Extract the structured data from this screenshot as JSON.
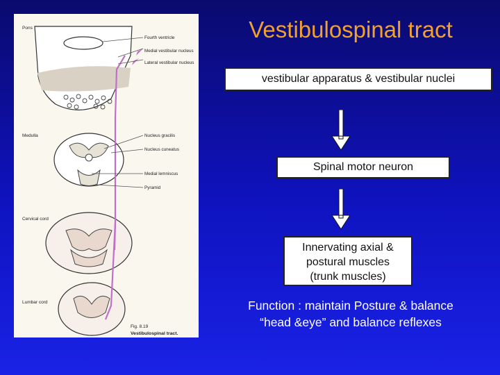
{
  "title": "Vestibulospinal tract",
  "figure": {
    "region_labels": [
      "Pons",
      "Medulla",
      "Cervical cord",
      "Lumbar cord"
    ],
    "structure_labels": [
      "Fourth ventricle",
      "Medial vestibular nucleus",
      "Lateral vestibular nucleus",
      "Nucleus gracilis",
      "Nucleus cuneatus",
      "Medial lemniscus",
      "Pyramid"
    ],
    "caption_line1": "Fig. 8.19",
    "caption_line2": "Vestibulospinal tract."
  },
  "flow": {
    "source": "vestibular apparatus & vestibular nuclei",
    "neuron": "Spinal motor neuron",
    "target_lines": [
      "Innervating axial &",
      "postural muscles",
      "(trunk muscles)"
    ]
  },
  "function_lines": [
    "Function : maintain Posture & balance",
    "“head &eye” and balance reflexes"
  ],
  "colors": {
    "title": "#f0a030",
    "background_top": "#0a0a6e",
    "background_bottom": "#1a22e6",
    "tract": "#c070c8"
  }
}
